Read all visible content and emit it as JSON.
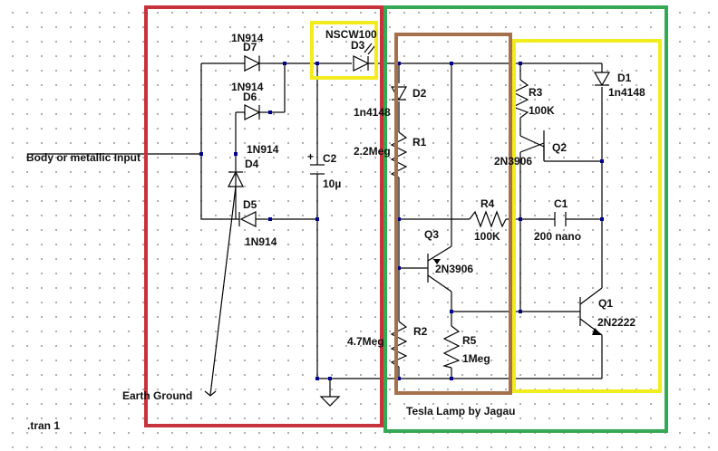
{
  "labels": {
    "d7_part": "1N914",
    "d7_ref": "D7",
    "d6_part": "1N914",
    "d6_ref": "D6",
    "d4_part": "1N914",
    "d4_ref": "D4",
    "d5_ref": "D5",
    "d5_part": "1N914",
    "d3_part": "NSCW100",
    "d3_ref": "D3",
    "d2_ref": "D2",
    "d2_part": "1n4148",
    "r1_ref": "R1",
    "r1_val": "2.2Meg",
    "c2_plus": "+",
    "c2_ref": "C2",
    "c2_val": "10µ",
    "input": "Body or metallic Input",
    "ground": "Earth Ground",
    "tran": ".tran 1",
    "q3_ref": "Q3",
    "q3_part": "2N3906",
    "r4_ref": "R4",
    "r4_val": "100K",
    "r2_ref": "R2",
    "r2_val": "4.7Meg",
    "r5_ref": "R5",
    "r5_val": "1Meg",
    "r3_ref": "R3",
    "r3_val": "100K",
    "q2_ref": "Q2",
    "q2_part": "2N3906",
    "c1_ref": "C1",
    "c1_val": "200 nano",
    "d1_ref": "D1",
    "d1_part": "1n4148",
    "q1_ref": "Q1",
    "q1_part": "2N2222",
    "title": "Tesla Lamp by Jagau"
  },
  "highlight_colors": {
    "red": "#c8323a",
    "green": "#34a853",
    "brown": "#a5714c",
    "yellow": "#f2ec1c"
  }
}
